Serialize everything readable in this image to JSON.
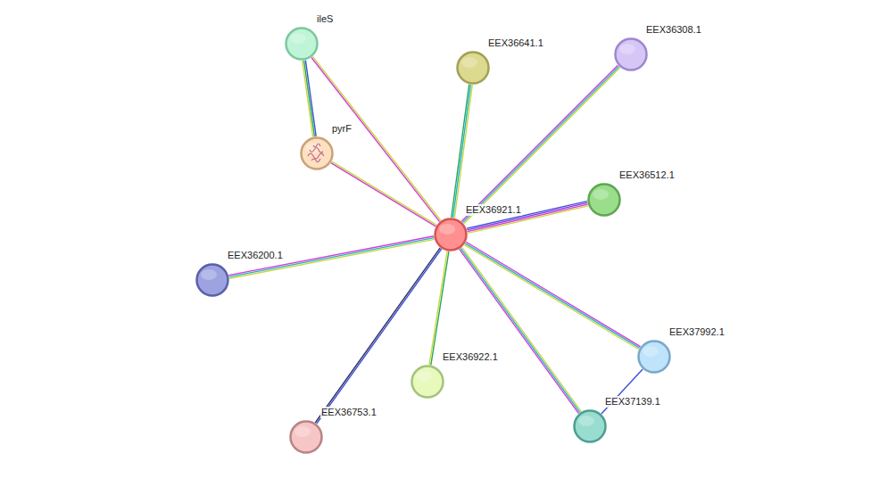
{
  "diagram": {
    "nodes": [
      {
        "text": [
          "ileS"
        ]
      },
      {
        "text": [
          "EEX36641.1"
        ]
      },
      {
        "text": [
          "EEX36308.1"
        ]
      },
      {
        "text": [
          "pyrF"
        ]
      },
      {
        "text": [
          "EEX36512.1"
        ]
      },
      {
        "text": [
          "EEX36921.1"
        ]
      },
      {
        "text": [
          "EEX36200.1"
        ]
      },
      {
        "text": [
          "EEX37992.1"
        ]
      },
      {
        "text": [
          "EEX36922.1"
        ]
      },
      {
        "text": [
          "EEX37139.1"
        ]
      },
      {
        "text": [
          "EEX36753.1"
        ]
      }
    ],
    "edges": [
      {
        "from": 5,
        "to": 0,
        "arrow": "none"
      },
      {
        "from": 5,
        "to": 3,
        "arrow": "none"
      },
      {
        "from": 0,
        "to": 3,
        "arrow": "none"
      },
      {
        "from": 5,
        "to": 1,
        "arrow": "none"
      },
      {
        "from": 5,
        "to": 2,
        "arrow": "none"
      },
      {
        "from": 5,
        "to": 4,
        "arrow": "none"
      },
      {
        "from": 5,
        "to": 6,
        "arrow": "none"
      },
      {
        "from": 5,
        "to": 7,
        "arrow": "none"
      },
      {
        "from": 5,
        "to": 9,
        "arrow": "none"
      },
      {
        "from": 5,
        "to": 8,
        "arrow": "none"
      },
      {
        "from": 5,
        "to": 10,
        "arrow": "none"
      },
      {
        "from": 7,
        "to": 9,
        "arrow": "none"
      }
    ]
  }
}
